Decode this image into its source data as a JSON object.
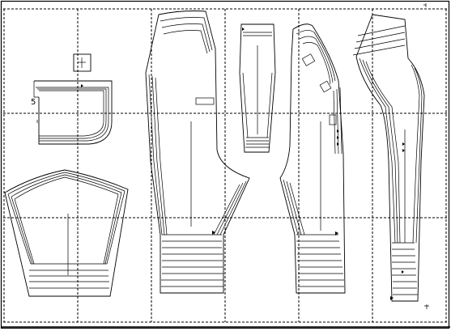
{
  "sheet": {
    "piece_number_label": "5",
    "background": "#ffffff",
    "line_color": "#000000"
  },
  "pattern_pieces": [
    "label-patch-piece",
    "pocket-piece",
    "sleeve-piece",
    "back-body-piece",
    "center-strip-piece",
    "front-body-piece",
    "side-front-piece"
  ]
}
